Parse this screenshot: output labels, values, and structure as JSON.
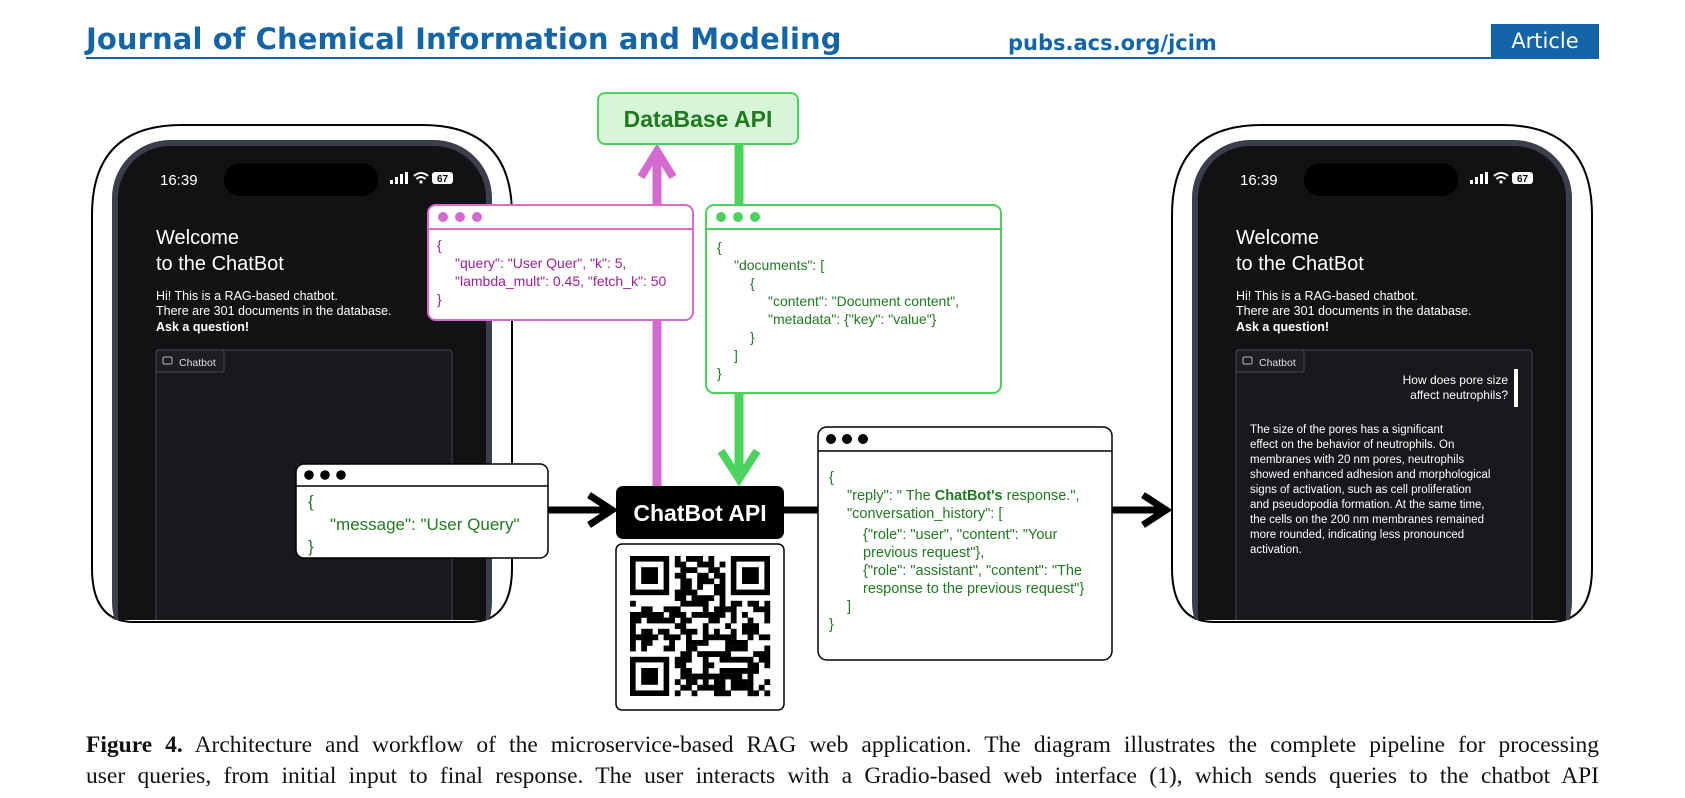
{
  "header": {
    "journal": "Journal of Chemical Information and Modeling",
    "url": "pubs.acs.org/jcim",
    "badge": "Article"
  },
  "diagram": {
    "database_api": "DataBase API",
    "chatbot_api": "ChatBot API",
    "query_payload": {
      "line1": "{",
      "line2": "\"query\": \"User Quer\", \"k\": 5,",
      "line3": "\"lambda_mult\": 0.45, \"fetch_k\": 50",
      "line4": "}"
    },
    "documents_payload": {
      "l1": "{",
      "l2": "\"documents\": [",
      "l3": "{",
      "l4": "\"content\": \"Document content\",",
      "l5": "\"metadata\": {\"key\": \"value\"}",
      "l6": "}",
      "l7": "]",
      "l8": "}"
    },
    "message_payload": {
      "l1": "{",
      "l2": "\"message\": \"User Query\"",
      "l3": "}"
    },
    "reply_payload": {
      "l1": "{",
      "l2a": "\"reply\": \" The ",
      "l2b": "ChatBot's",
      "l2c": " response.\",",
      "l3": "\"conversation_history\": [",
      "l4": "{\"role\": \"user\", \"content\": \"Your",
      "l5": "previous request\"},",
      "l6": "{\"role\": \"assistant\", \"content\": \"The",
      "l7": "response to the previous request\"}",
      "l8": "]",
      "l9": "}"
    },
    "phone_left": {
      "time": "16:39",
      "battery": "67",
      "welcome1": "Welcome",
      "welcome2": "to the ChatBot",
      "intro1": "Hi! This is a RAG-based chatbot.",
      "intro2": "There are 301 documents in the database.",
      "intro3": "Ask a question!",
      "chatbot_tab": "Chatbot"
    },
    "phone_right": {
      "time": "16:39",
      "battery": "67",
      "welcome1": "Welcome",
      "welcome2": "to the ChatBot",
      "intro1": "Hi! This is a RAG-based chatbot.",
      "intro2": "There are 301 documents in the database.",
      "intro3": "Ask a question!",
      "chatbot_tab": "Chatbot",
      "user_msg1": "How does pore size",
      "user_msg2": "affect neutrophils?",
      "answer": [
        "The size of the pores has a significant",
        "effect on the behavior of neutrophils. On",
        "membranes with 20 nm pores, neutrophils",
        "showed enhanced adhesion and morphological",
        "signs of activation, such as cell proliferation",
        "and pseudopodia formation. At the same time,",
        "the cells on the 200 nm membranes remained",
        "more rounded, indicating less pronounced",
        "activation."
      ]
    },
    "colors": {
      "pink": "#d56ad1",
      "green": "#4cd35d",
      "green_text": "#1f7a1f",
      "pink_text": "#9a1f98",
      "black": "#000000"
    }
  },
  "caption": {
    "label": "Figure 4.",
    "line1": "Architecture and workflow of the microservice-based RAG web application. The diagram illustrates the complete pipeline for processing",
    "line2": "user queries, from initial input to final response. The user interacts with a Gradio-based web interface (1), which sends queries to the chatbot API"
  }
}
